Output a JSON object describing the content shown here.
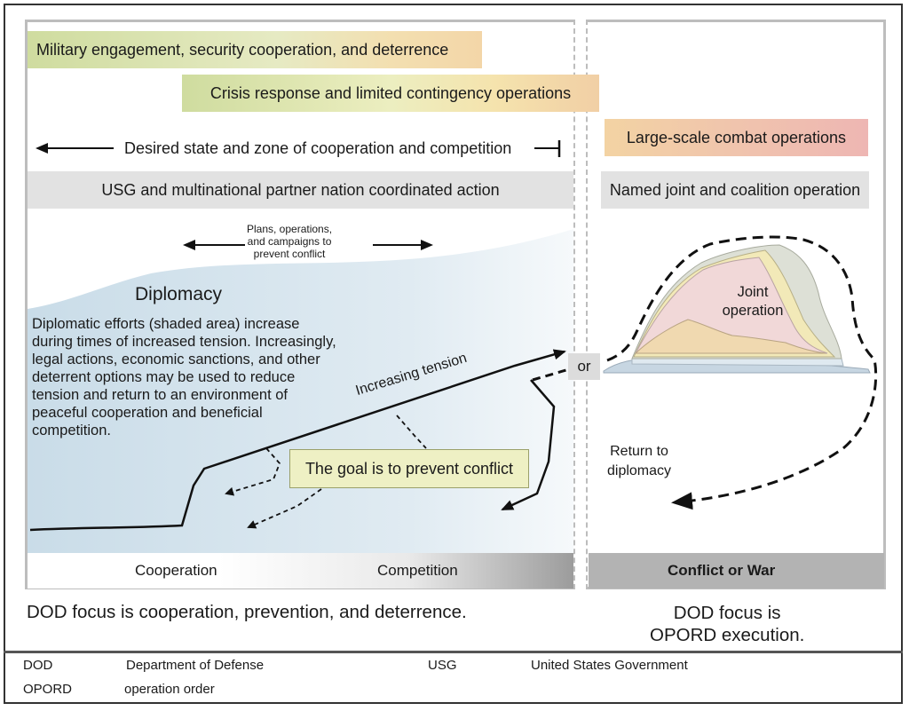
{
  "bands": {
    "military_engagement": "Military engagement, security cooperation, and deterrence",
    "crisis_response": "Crisis response and limited contingency operations",
    "large_scale_combat": "Large-scale combat operations",
    "usg_coordinated": "USG and multinational partner nation coordinated action",
    "named_joint": "Named joint and coalition operation"
  },
  "desired_state": "Desired state and zone of cooperation and competition",
  "plans_label": [
    "Plans, operations,",
    "and campaigns to",
    "prevent conflict"
  ],
  "diplomacy": {
    "title": "Diplomacy",
    "description": [
      "Diplomatic efforts (shaded area) increase",
      "during times of increased tension. Increasingly,",
      "legal actions, economic sanctions, and other",
      "deterrent options may be used to reduce",
      "tension and return to an environment of",
      "peaceful cooperation and beneficial",
      "competition."
    ]
  },
  "increasing_tension": "Increasing tension",
  "goal": "The goal is to prevent conflict",
  "or_label": "or",
  "joint_operation": [
    "Joint",
    "operation"
  ],
  "return_label": [
    "Return to",
    "diplomacy"
  ],
  "continuum": {
    "cooperation": "Cooperation",
    "competition": "Competition",
    "conflict": "Conflict or War"
  },
  "focus": {
    "left": "DOD focus is cooperation, prevention, and deterrence.",
    "right": [
      "DOD focus is",
      "OPORD execution."
    ]
  },
  "glossary": [
    {
      "abbr": "DOD",
      "meaning": "Department of Defense"
    },
    {
      "abbr": "USG",
      "meaning": "United States Government"
    },
    {
      "abbr": "OPORD",
      "meaning": "operation order"
    }
  ],
  "colors": {
    "green_band": "#cfdc9f",
    "orange_band": "#f3d6a8",
    "red_band": "#eeb6b3",
    "gray_band": "#e2e2e2",
    "diplomacy_blue": "#cfe0ea",
    "goal_box": "#eef0c4"
  }
}
